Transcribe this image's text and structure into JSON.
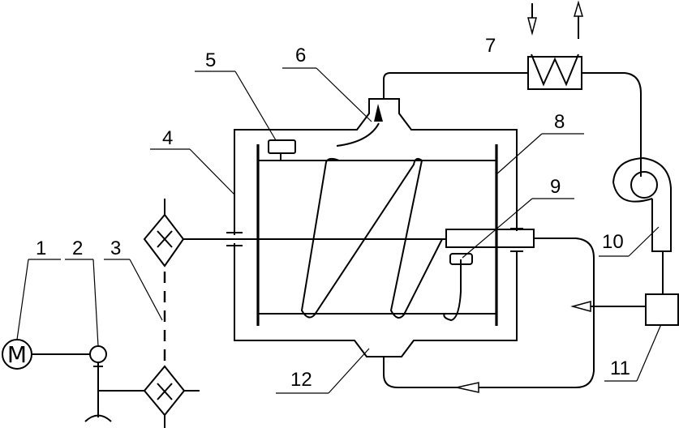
{
  "labels": [
    "1",
    "2",
    "3",
    "4",
    "5",
    "6",
    "7",
    "8",
    "9",
    "10",
    "11",
    "12"
  ],
  "motor_symbol": "M",
  "icons": {
    "motor": "circle-letter-icon",
    "gear": "diamond-cross-icon",
    "heat_exchanger": "zigzag-box-icon",
    "fan": "spiral-blower-icon",
    "flow": "arrow-icon"
  },
  "colors": {
    "ink": "#000000",
    "background": "#ffffff"
  }
}
